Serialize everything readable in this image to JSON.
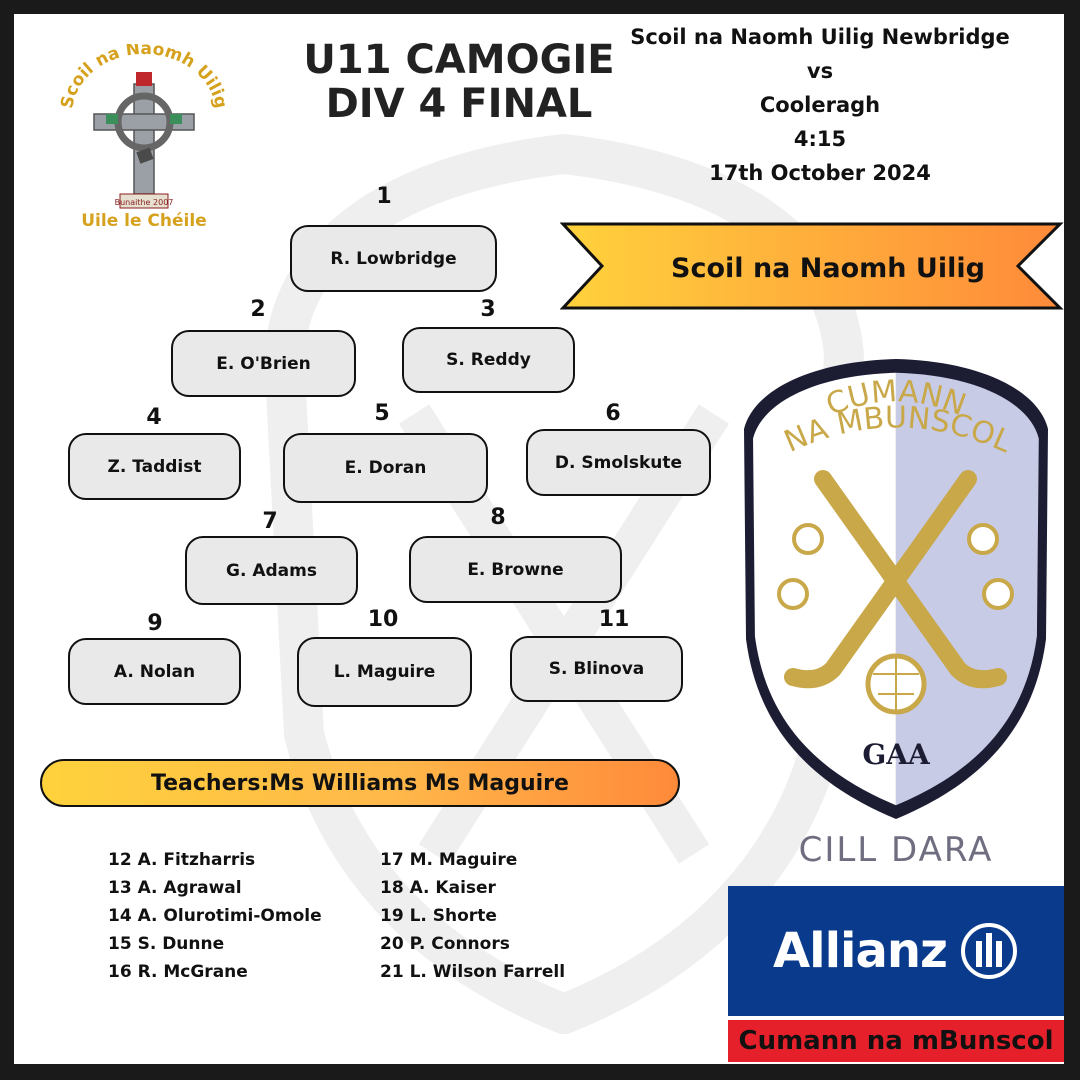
{
  "title": {
    "line1": "U11 CAMOGIE",
    "line2": "DIV 4 FINAL"
  },
  "school_logo": {
    "arc_text": "Scoil na Naomh Uilig",
    "founded": "Bunaithe 2007",
    "motto": "Uile le Chéile"
  },
  "match": {
    "home": "Scoil na Naomh Uilig Newbridge",
    "vs": "vs",
    "away": "Cooleragh",
    "time": "4:15",
    "date": "17th October 2024"
  },
  "team_banner": "Scoil na Naomh Uilig",
  "starters": [
    {
      "number": "1",
      "name": "R. Lowbridge"
    },
    {
      "number": "2",
      "name": "E. O'Brien"
    },
    {
      "number": "3",
      "name": "S. Reddy"
    },
    {
      "number": "4",
      "name": "Z. Taddist"
    },
    {
      "number": "5",
      "name": "E. Doran"
    },
    {
      "number": "6",
      "name": "D. Smolskute"
    },
    {
      "number": "7",
      "name": "G. Adams"
    },
    {
      "number": "8",
      "name": "E. Browne"
    },
    {
      "number": "9",
      "name": "A. Nolan"
    },
    {
      "number": "10",
      "name": "L. Maguire"
    },
    {
      "number": "11",
      "name": "S. Blinova"
    }
  ],
  "teachers": "Teachers:Ms Williams Ms Maguire",
  "substitutes": {
    "left": [
      "12 A. Fitzharris",
      "13 A. Agrawal",
      "14 A. Olurotimi-Omole",
      "15 S. Dunne",
      "16 R. McGrane"
    ],
    "right": [
      "17 M. Maguire",
      "18 A. Kaiser",
      "19 L. Shorte",
      "20 P. Connors",
      "21 L. Wilson Farrell"
    ]
  },
  "crest": {
    "top_line1": "CUMANN",
    "top_line2": "NA MBUNSCOL",
    "gaa": "GAA",
    "county": "CILL DARA"
  },
  "sponsor": {
    "brand": "Allianz",
    "tagline": "Cumann na mBunscol"
  },
  "colors": {
    "banner_start": "#ffd23c",
    "banner_end": "#ff8a3a",
    "crest_navy": "#1c1d33",
    "allianz_blue": "#0a3a8c",
    "allianz_red": "#e5202a",
    "gold": "#c9a84a"
  }
}
